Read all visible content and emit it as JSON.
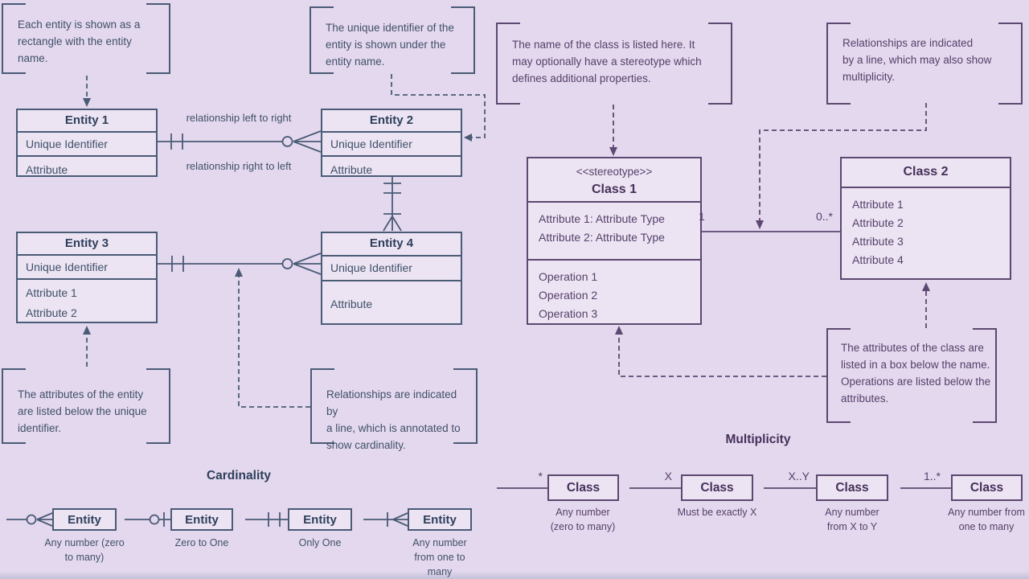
{
  "colors": {
    "er_line": "#4a5b76",
    "er_text": "#3f5069",
    "er_heading": "#2e3f5c",
    "uml_line": "#5c4870",
    "uml_text": "#55406a",
    "uml_heading": "#46305a"
  },
  "er": {
    "annotations": {
      "entity": "Each entity is shown as a\nrectangle with the entity\nname.",
      "uid": "The unique identifier of the\nentity is shown under the\nentity name.",
      "attributes": "The attributes of the entity\nare listed below the unique\nidentifier.",
      "relationships": "Relationships are indicated by\na line, which is annotated to\nshow cardinality."
    },
    "entities": {
      "e1": {
        "title": "Entity 1",
        "uid": "Unique Identifier",
        "attr1": "Attribute"
      },
      "e2": {
        "title": "Entity 2",
        "uid": "Unique Identifier",
        "attr1": "Attribute"
      },
      "e3": {
        "title": "Entity 3",
        "uid": "Unique Identifier",
        "attr1": "Attribute 1",
        "attr2": "Attribute 2"
      },
      "e4": {
        "title": "Entity 4",
        "uid": "Unique Identifier",
        "attr1": "Attribute"
      }
    },
    "relationship_labels": {
      "left_to_right": "relationship left to right",
      "right_to_left": "relationship right to left"
    },
    "cardinality": {
      "title": "Cardinality",
      "items": [
        {
          "box": "Entity",
          "caption": "Any number (zero\nto many)"
        },
        {
          "box": "Entity",
          "caption": "Zero to One"
        },
        {
          "box": "Entity",
          "caption": "Only One"
        },
        {
          "box": "Entity",
          "caption": "Any number\nfrom one to\nmany"
        }
      ]
    }
  },
  "uml": {
    "annotations": {
      "name": "The name of the class is listed here. It\nmay optionally have a stereotype which\ndefines additional properties.",
      "relationships": "Relationships are indicated\nby a line, which may also show\nmultiplicity.",
      "attributes": "The attributes of the class are\nlisted in a box below the name.\nOperations are listed below the\nattributes."
    },
    "class1": {
      "stereotype": "<<stereotype>>",
      "title": "Class 1",
      "attributes": [
        "Attribute 1: Attribute Type",
        "Attribute 2: Attribute Type"
      ],
      "operations": [
        "Operation 1",
        "Operation 2",
        "Operation 3"
      ]
    },
    "class2": {
      "title": "Class 2",
      "attributes": [
        "Attribute 1",
        "Attribute 2",
        "Attribute 3",
        "Attribute 4"
      ]
    },
    "association": {
      "left_mult": "1",
      "right_mult": "0..*"
    },
    "multiplicity": {
      "title": "Multiplicity",
      "items": [
        {
          "label": "*",
          "box": "Class",
          "caption": "Any number\n(zero to many)"
        },
        {
          "label": "X",
          "box": "Class",
          "caption": "Must be exactly X"
        },
        {
          "label": "X..Y",
          "box": "Class",
          "caption": "Any number\nfrom X to Y"
        },
        {
          "label": "1..*",
          "box": "Class",
          "caption": "Any number from\none to many"
        }
      ]
    }
  }
}
